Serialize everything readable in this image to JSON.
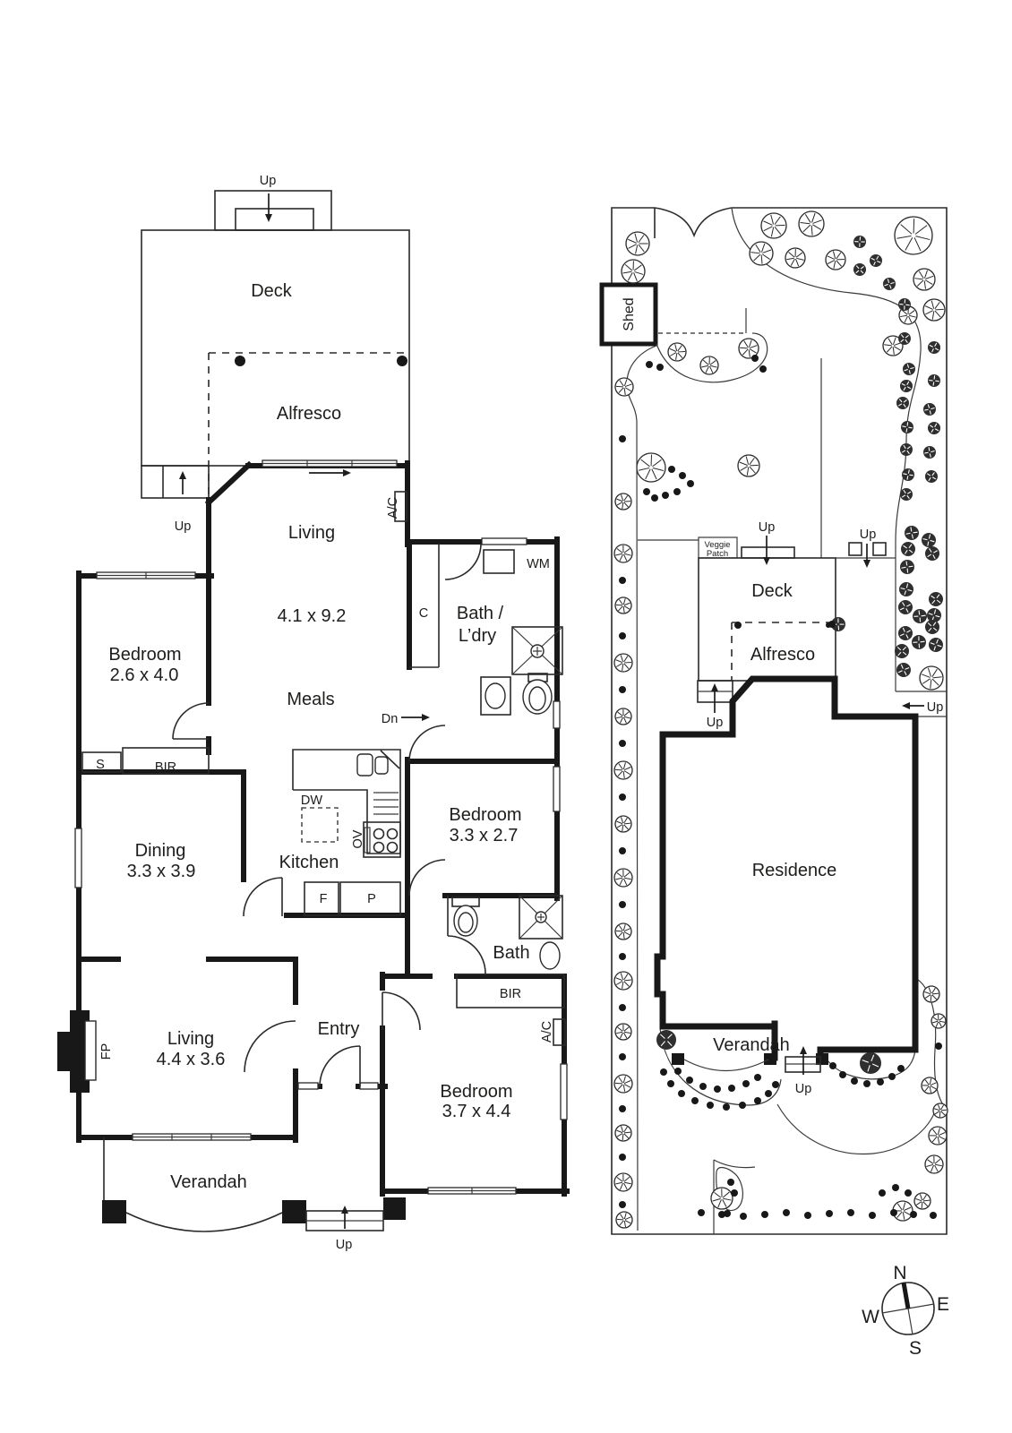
{
  "floor_plan": {
    "rooms": {
      "deck": "Deck",
      "alfresco": "Alfresco",
      "living_main": {
        "name": "Living",
        "dims": "4.1 x 9.2"
      },
      "meals": "Meals",
      "bath_laundry": {
        "line1": "Bath /",
        "line2": "L’dry"
      },
      "bedroom_1": {
        "name": "Bedroom",
        "dims": "2.6 x 4.0"
      },
      "dining": {
        "name": "Dining",
        "dims": "3.3 x 3.9"
      },
      "kitchen": "Kitchen",
      "bedroom_2": {
        "name": "Bedroom",
        "dims": "3.3 x 2.7"
      },
      "bath": "Bath",
      "living_front": {
        "name": "Living",
        "dims": "4.4 x 3.6"
      },
      "entry": "Entry",
      "bedroom_3": {
        "name": "Bedroom",
        "dims": "3.7 x 4.4"
      },
      "verandah": "Verandah"
    },
    "fixtures": {
      "wm": "WM",
      "cupboard": "C",
      "ac": "A/C",
      "bir": "BIR",
      "shelf": "S",
      "dw": "DW",
      "oven": "OV",
      "fridge": "F",
      "pantry": "P",
      "fireplace": "FP"
    },
    "annotations": {
      "up": "Up",
      "down": "Dn"
    }
  },
  "site_plan": {
    "labels": {
      "shed": "Shed",
      "veggie_line1": "Veggie",
      "veggie_line2": "Patch",
      "deck": "Deck",
      "alfresco": "Alfresco",
      "residence": "Residence",
      "verandah": "Verandah",
      "up": "Up"
    }
  },
  "compass": {
    "north": "N",
    "east": "E",
    "south": "S",
    "west": "W"
  },
  "colors": {
    "ink": "#1d1d1b",
    "wall": "#181818",
    "background": "#ffffff"
  }
}
